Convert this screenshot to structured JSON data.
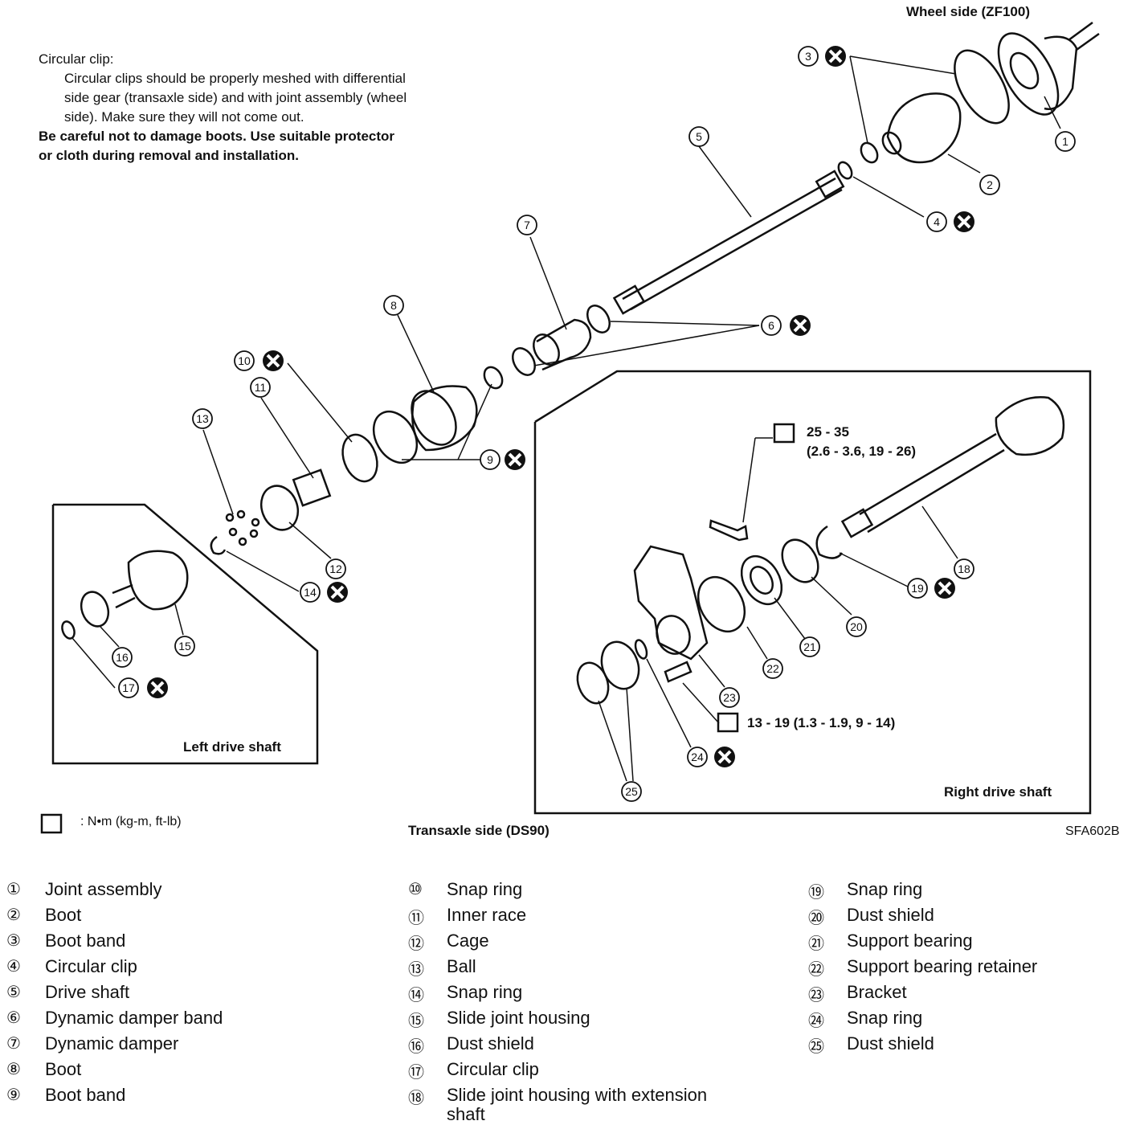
{
  "header": {
    "wheel_side": "Wheel side (ZF100)",
    "transaxle_side": "Transaxle side (DS90)",
    "figure_code": "SFA602B"
  },
  "note": {
    "title": "Circular clip:",
    "line1": "Circular clips should be properly meshed with differential",
    "line2": "side gear (transaxle side) and with joint assembly (wheel",
    "line3": "side). Make sure they will not come out.",
    "warning1": "Be careful not to damage boots. Use suitable protector",
    "warning2": "or cloth during removal and installation."
  },
  "boxes": {
    "left": "Left drive shaft",
    "right": "Right drive shaft"
  },
  "torque": {
    "t1_line1": "25 - 35",
    "t1_line2": "(2.6 - 3.6, 19 - 26)",
    "t2": "13 - 19 (1.3 - 1.9, 9 - 14)",
    "unit": ": N•m (kg-m, ft-lb)"
  },
  "callouts": [
    "1",
    "2",
    "3",
    "4",
    "5",
    "6",
    "7",
    "8",
    "9",
    "10",
    "11",
    "12",
    "13",
    "14",
    "15",
    "16",
    "17",
    "18",
    "19",
    "20",
    "21",
    "22",
    "23",
    "24",
    "25"
  ],
  "legend": [
    {
      "num": "①",
      "label": "Joint assembly"
    },
    {
      "num": "②",
      "label": "Boot"
    },
    {
      "num": "③",
      "label": "Boot band"
    },
    {
      "num": "④",
      "label": "Circular clip"
    },
    {
      "num": "⑤",
      "label": "Drive shaft"
    },
    {
      "num": "⑥",
      "label": "Dynamic damper band"
    },
    {
      "num": "⑦",
      "label": "Dynamic damper"
    },
    {
      "num": "⑧",
      "label": "Boot"
    },
    {
      "num": "⑨",
      "label": "Boot band"
    },
    {
      "num": "⑩",
      "label": "Snap ring"
    },
    {
      "num": "⑪",
      "label": "Inner race"
    },
    {
      "num": "⑫",
      "label": "Cage"
    },
    {
      "num": "⑬",
      "label": "Ball"
    },
    {
      "num": "⑭",
      "label": "Snap ring"
    },
    {
      "num": "⑮",
      "label": "Slide joint housing"
    },
    {
      "num": "⑯",
      "label": "Dust shield"
    },
    {
      "num": "⑰",
      "label": "Circular clip"
    },
    {
      "num": "⑱",
      "label": "Slide joint housing with extension"
    },
    {
      "num": "⑲",
      "label": "Snap ring"
    },
    {
      "num": "⑳",
      "label": "Dust shield"
    },
    {
      "num": "㉑",
      "label": "Support bearing"
    },
    {
      "num": "㉒",
      "label": "Support bearing retainer"
    },
    {
      "num": "㉓",
      "label": "Bracket"
    },
    {
      "num": "㉔",
      "label": "Snap ring"
    },
    {
      "num": "㉕",
      "label": "Dust shield"
    }
  ],
  "legend_wrap": "shaft"
}
